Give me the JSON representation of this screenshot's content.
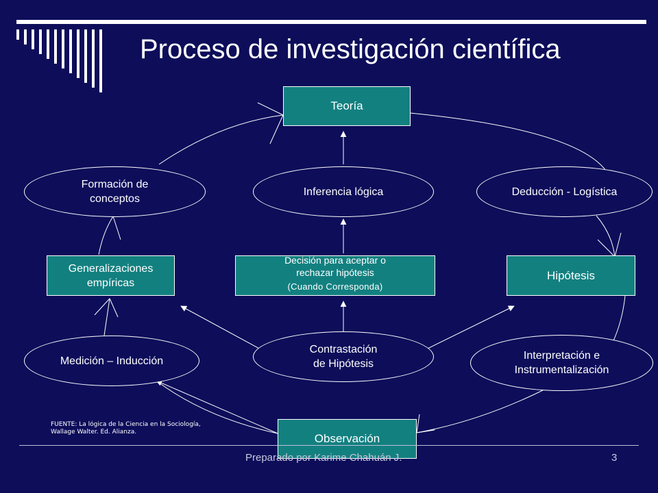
{
  "slide": {
    "title": "Proceso de investigación científica",
    "footer": "Preparado por Karime Chahuán J.",
    "page_number": "3"
  },
  "diagram": {
    "nodes": {
      "teoria": "Teoría",
      "formacion_conceptos": [
        "Formación de",
        "conceptos"
      ],
      "inferencia_logica": "Inferencia lógica",
      "deduccion_logistica": "Deducción - Logística",
      "generalizaciones_empiricas": [
        "Generalizaciones",
        "empíricas"
      ],
      "decision": [
        "Decisión para aceptar o",
        "rechazar hipótesis"
      ],
      "decision_note": "(Cuando Corresponda)",
      "hipotesis": "Hipótesis",
      "medicion_induccion": "Medición – Inducción",
      "contrastacion": [
        "Contrastación",
        "de Hipótesis"
      ],
      "interpretacion": [
        "Interpretación e",
        "Instrumentalización"
      ],
      "observacion": "Observación"
    },
    "source_note": [
      "FUENTE: La lógica de la Ciencia en la Sociología,",
      "Wallage Walter. Ed. Alianza."
    ]
  },
  "colors": {
    "background": "#0d0d5a",
    "box_fill": "#138080",
    "line": "#ffffff"
  }
}
